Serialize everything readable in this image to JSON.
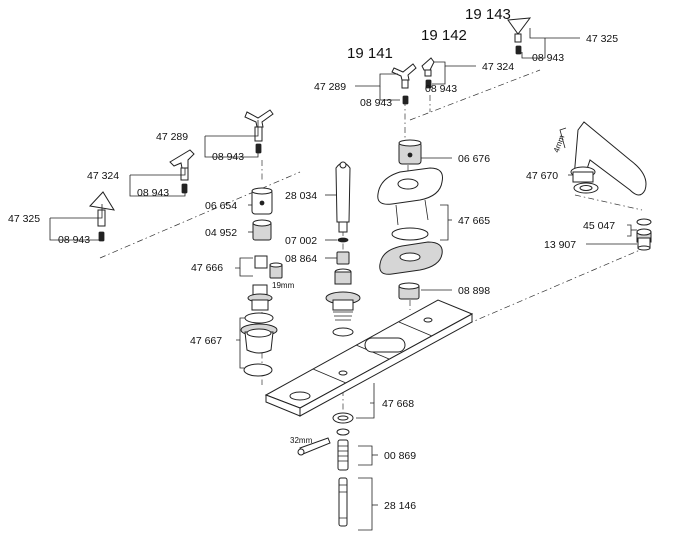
{
  "headings": {
    "h1": "19 141",
    "h2": "19 142",
    "h3": "19 143"
  },
  "left": {
    "handle_a": "47 289",
    "screw_a": "08 943",
    "handle_b": "47 324",
    "screw_b": "08 943",
    "handle_c": "47 325",
    "screw_c": "08 943",
    "sleeve": "06 654",
    "bushing": "04 952",
    "cartridge": "47 666",
    "wrench": "19mm",
    "valve_set": "47 667"
  },
  "center": {
    "handshower": "28 034",
    "oring": "07 002",
    "nut": "08 864",
    "mount_set": "47 668",
    "wrench": "32mm",
    "hose_part": "00 869",
    "hose": "28 146"
  },
  "top": {
    "handle_a": "47 289",
    "screw_a": "08 943",
    "handle_b": "47 324",
    "screw_b": "08 943",
    "handle_c": "47 325",
    "screw_c": "08 943",
    "escutcheon": "06 676",
    "plate_set": "47 665",
    "ring": "08 898"
  },
  "right": {
    "spout": "47 670",
    "hex": "4mm",
    "aerator_a": "45 047",
    "aerator_b": "13 907"
  }
}
